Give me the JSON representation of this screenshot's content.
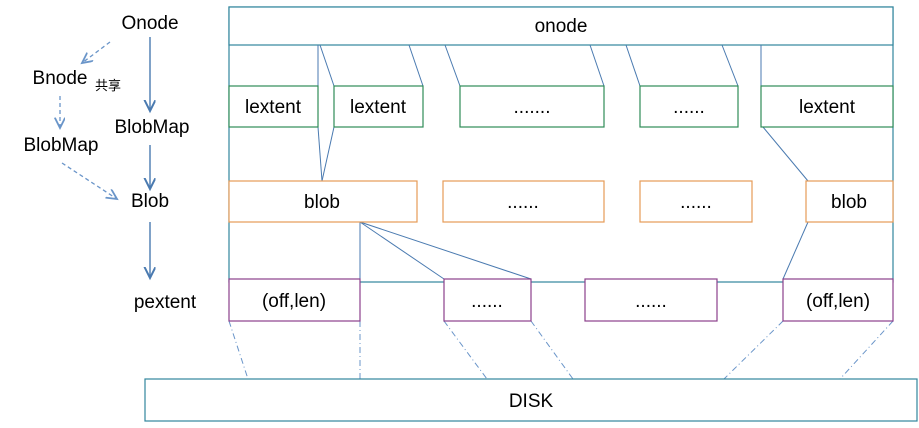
{
  "colors": {
    "onode_border": "#31859c",
    "lextent_border": "#2e8b57",
    "blob_border": "#e69b58",
    "pextent_border": "#8b3f8b",
    "disk_border": "#31859c",
    "connector_blue": "#4a7ab0",
    "dash_blue": "#6a95c9"
  },
  "legend": {
    "onode": "Onode",
    "bnode": "Bnode",
    "shared": "共享",
    "blobmap_left": "BlobMap",
    "blobmap_right": "BlobMap",
    "blob": "Blob",
    "pextent": "pextent"
  },
  "onode_label": "onode",
  "lextents": [
    "lextent",
    "lextent",
    ".......",
    "......",
    "lextent"
  ],
  "blobs": [
    "blob",
    "......",
    "......",
    "blob"
  ],
  "pextents": [
    "(off,len)",
    "......",
    "......",
    "(off,len)"
  ],
  "disk_label": "DISK"
}
